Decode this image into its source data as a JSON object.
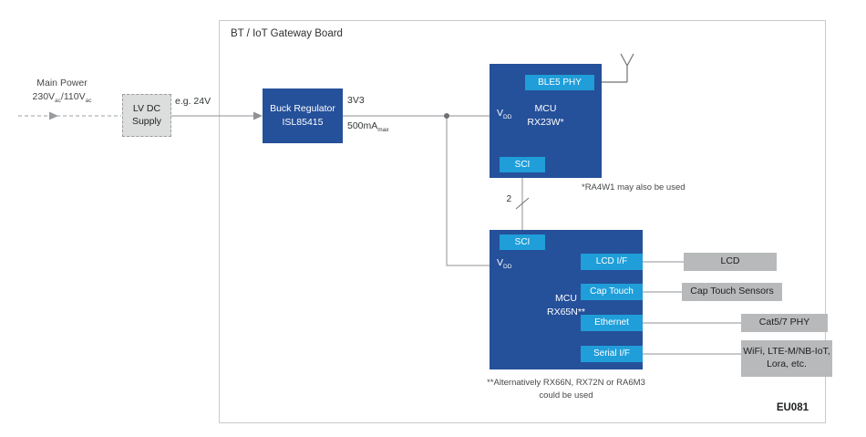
{
  "colors": {
    "mcu_blue": "#25509a",
    "badge_blue": "#1f9ed9",
    "peripheral_gray": "#b7b9ba"
  },
  "board": {
    "title": "BT / IoT Gateway Board",
    "code": "EU081"
  },
  "power": {
    "main_title": "Main Power",
    "voltage_1": "230V",
    "voltage_1_sub": "ac",
    "separator": "/",
    "voltage_2": "110V",
    "voltage_2_sub": "ac",
    "lv_dc_supply": "LV DC\nSupply",
    "example_voltage": "e.g. 24V",
    "buck_name": "Buck Regulator",
    "buck_part": "ISL85415",
    "rail": "3V3",
    "current": "500mA",
    "current_sub": "max"
  },
  "mcu_rx23w": {
    "vdd": "V",
    "vdd_sub": "DD",
    "name": "MCU\nRX23W*",
    "ble_badge": "BLE5 PHY",
    "sci_badge": "SCI",
    "note": "*RA4W1 may also be used"
  },
  "bus": {
    "width": "2"
  },
  "mcu_rx65n": {
    "vdd": "V",
    "vdd_sub": "DD",
    "name": "MCU\nRX65N**",
    "sci_badge": "SCI",
    "badges": [
      "LCD I/F",
      "Cap Touch",
      "Ethernet",
      "Serial I/F"
    ],
    "note": "**Alternatively RX66N, RX72N or RA6M3\ncould be used"
  },
  "peripherals": [
    "LCD",
    "Cap Touch Sensors",
    "Cat5/7 PHY",
    "WiFi, LTE-M/NB-IoT,\nLora, etc."
  ]
}
